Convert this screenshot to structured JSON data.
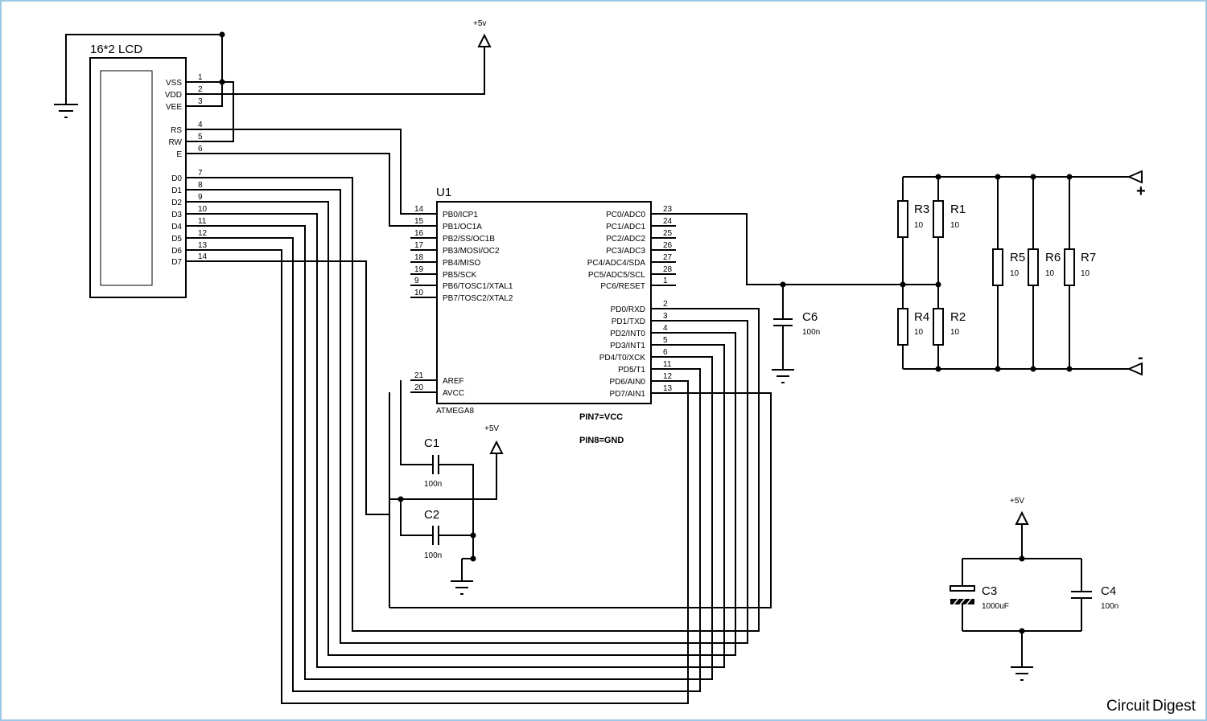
{
  "lcd": {
    "title": "16*2 LCD",
    "pins": [
      {
        "name": "VSS",
        "num": "1"
      },
      {
        "name": "VDD",
        "num": "2"
      },
      {
        "name": "VEE",
        "num": "3"
      },
      {
        "name": "RS",
        "num": "4"
      },
      {
        "name": "RW",
        "num": "5"
      },
      {
        "name": "E",
        "num": "6"
      },
      {
        "name": "D0",
        "num": "7"
      },
      {
        "name": "D1",
        "num": "8"
      },
      {
        "name": "D2",
        "num": "9"
      },
      {
        "name": "D3",
        "num": "10"
      },
      {
        "name": "D4",
        "num": "11"
      },
      {
        "name": "D5",
        "num": "12"
      },
      {
        "name": "D6",
        "num": "13"
      },
      {
        "name": "D7",
        "num": "14"
      }
    ]
  },
  "mcu": {
    "ref": "U1",
    "part": "ATMEGA8",
    "left_pins": [
      {
        "name": "PB0/ICP1",
        "num": "14"
      },
      {
        "name": "PB1/OC1A",
        "num": "15"
      },
      {
        "name": "PB2/SS/OC1B",
        "num": "16"
      },
      {
        "name": "PB3/MOSI/OC2",
        "num": "17"
      },
      {
        "name": "PB4/MISO",
        "num": "18"
      },
      {
        "name": "PB5/SCK",
        "num": "19"
      },
      {
        "name": "PB6/TOSC1/XTAL1",
        "num": "9"
      },
      {
        "name": "PB7/TOSC2/XTAL2",
        "num": "10"
      },
      {
        "name": "AREF",
        "num": "21"
      },
      {
        "name": "AVCC",
        "num": "20"
      }
    ],
    "right_pins": [
      {
        "name": "PC0/ADC0",
        "num": "23"
      },
      {
        "name": "PC1/ADC1",
        "num": "24"
      },
      {
        "name": "PC2/ADC2",
        "num": "25"
      },
      {
        "name": "PC3/ADC3",
        "num": "26"
      },
      {
        "name": "PC4/ADC4/SDA",
        "num": "27"
      },
      {
        "name": "PC5/ADC5/SCL",
        "num": "28"
      },
      {
        "name": "PC6/RESET",
        "num": "1"
      },
      {
        "name": "PD0/RXD",
        "num": "2"
      },
      {
        "name": "PD1/TXD",
        "num": "3"
      },
      {
        "name": "PD2/INT0",
        "num": "4"
      },
      {
        "name": "PD3/INT1",
        "num": "5"
      },
      {
        "name": "PD4/T0/XCK",
        "num": "6"
      },
      {
        "name": "PD5/T1",
        "num": "11"
      },
      {
        "name": "PD6/AIN0",
        "num": "12"
      },
      {
        "name": "PD7/AIN1",
        "num": "13"
      }
    ],
    "notes": [
      "PIN7=VCC",
      "PIN8=GND"
    ]
  },
  "power": {
    "top": "+5v",
    "avcc": "+5V",
    "bulk": "+5V"
  },
  "caps": {
    "c1": {
      "ref": "C1",
      "value": "100n"
    },
    "c2": {
      "ref": "C2",
      "value": "100n"
    },
    "c3": {
      "ref": "C3",
      "value": "1000uF"
    },
    "c4": {
      "ref": "C4",
      "value": "100n"
    },
    "c6": {
      "ref": "C6",
      "value": "100n"
    }
  },
  "resistors": {
    "r1": {
      "ref": "R1",
      "value": "10"
    },
    "r2": {
      "ref": "R2",
      "value": "10"
    },
    "r3": {
      "ref": "R3",
      "value": "10"
    },
    "r4": {
      "ref": "R4",
      "value": "10"
    },
    "r5": {
      "ref": "R5",
      "value": "10"
    },
    "r6": {
      "ref": "R6",
      "value": "10"
    },
    "r7": {
      "ref": "R7",
      "value": "10"
    }
  },
  "terminals": {
    "plus": "+",
    "minus": "-"
  },
  "brand": {
    "part1": "Circuit",
    "part2": "Digest"
  }
}
